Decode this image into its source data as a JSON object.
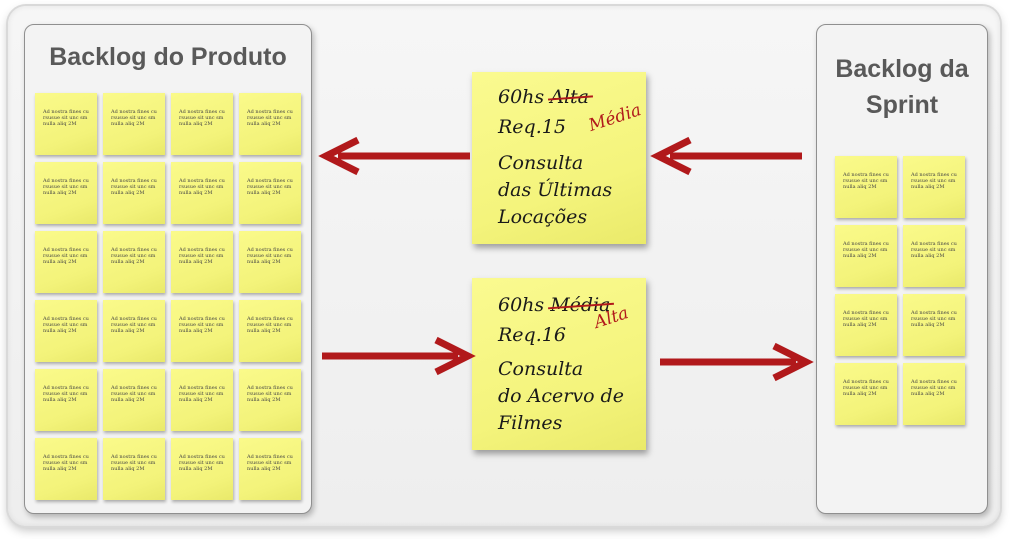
{
  "product_backlog": {
    "title": "Backlog do Produto",
    "note_text": "Ad nostra fines cursusue sit unc sm nulla aliq 2M"
  },
  "sprint_backlog": {
    "title_line1": "Backlog da",
    "title_line2": "Sprint",
    "note_text": "Ad nostra fines cursusue sit unc sm nulla aliq 2M"
  },
  "card_top": {
    "hours": "60hs",
    "old_priority": "Alta",
    "new_priority": "Média",
    "req": "Req.15",
    "line1": "Consulta",
    "line2": "das Últimas",
    "line3": "Locações"
  },
  "card_bottom": {
    "hours": "60hs",
    "old_priority": "Média",
    "new_priority": "Alta",
    "req": "Req.16",
    "line1": "Consulta",
    "line2": "do Acervo de",
    "line3": "Filmes"
  },
  "colors": {
    "arrow": "#b1191b",
    "note": "#f4f47c",
    "panel_title": "#595959"
  }
}
